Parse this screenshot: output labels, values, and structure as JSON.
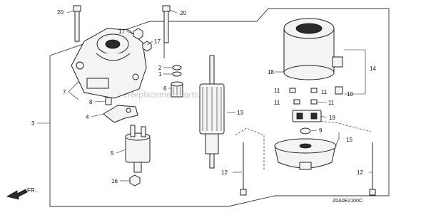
{
  "callouts": {
    "c20a": "20",
    "c20b": "20",
    "c17a": "17",
    "c17b": "17",
    "c2": "2",
    "c1": "1",
    "c6": "6",
    "c7": "7",
    "c8": "8",
    "c4": "4",
    "c3": "3",
    "c5": "5",
    "c16": "16",
    "c13": "13",
    "c18": "18",
    "c14": "14",
    "c10": "10",
    "c11a": "11",
    "c11b": "11",
    "c11c": "11",
    "c11d": "11",
    "c19": "19",
    "c9": "9",
    "c15": "15",
    "c12a": "12",
    "c12b": "12"
  },
  "diagram_code": "Z0A0E2100C",
  "front_label": "FR.",
  "watermark": "eReplacementParts.com"
}
